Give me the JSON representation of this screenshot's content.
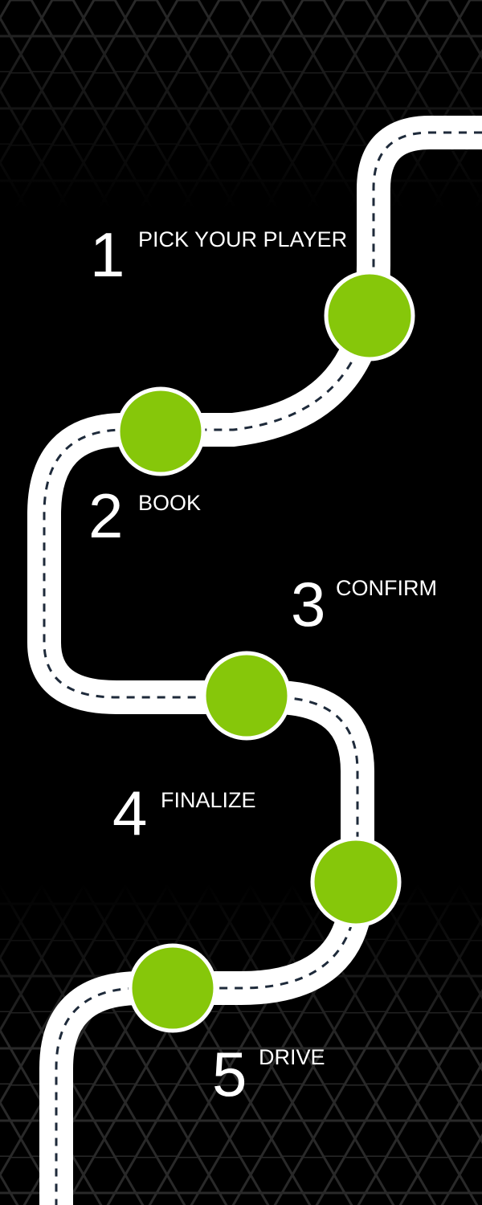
{
  "colors": {
    "background": "#000000",
    "hex_pattern": "#2a2a2a",
    "road": "#ffffff",
    "road_dash": "#1e2a3a",
    "milestone": "#86c70a",
    "milestone_border": "#ffffff",
    "text": "#ffffff"
  },
  "steps": [
    {
      "number": "1",
      "label": "PICK YOUR PLAYER"
    },
    {
      "number": "2",
      "label": "BOOK"
    },
    {
      "number": "3",
      "label": "CONFIRM"
    },
    {
      "number": "4",
      "label": "FINALIZE"
    },
    {
      "number": "5",
      "label": "DRIVE"
    }
  ]
}
